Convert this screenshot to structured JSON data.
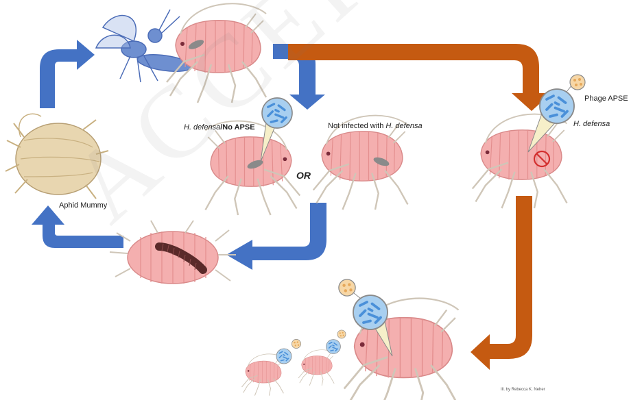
{
  "labels": {
    "h_defensa_no_apse_italic": "H. defensa",
    "h_defensa_no_apse_rest": "/No APSE",
    "not_infected_prefix": "Not infected with ",
    "not_infected_italic": "H. defensa",
    "or": "OR",
    "phage_apse": "Phage APSE",
    "h_defensa": "H. defensa",
    "aphid_mummy": "Aphid Mummy",
    "credit": "Ill. by Rebecca K. Neher"
  },
  "watermark": "ACCEPTED MANUSCRIPT",
  "colors": {
    "blue_arrow": "#4472C4",
    "orange_arrow": "#C55A11",
    "aphid_body": "#F4AFAF",
    "aphid_stripe": "#E38E8E",
    "aphid_leg": "#CFC6B8",
    "wasp": "#6E8FD0",
    "mummy": "#E8D6B0",
    "bacteria_bubble": "#A8CFF0",
    "bacteria_rod": "#4A90D9",
    "phage_bubble": "#F7D7A6",
    "phage_particle": "#E6A85A",
    "block_symbol": "#D32F2F"
  },
  "icons": [
    "wasp-icon",
    "aphid-icon",
    "mummy-icon",
    "bacteria-bubble-icon",
    "phage-bubble-icon",
    "block-icon",
    "larva-icon"
  ]
}
